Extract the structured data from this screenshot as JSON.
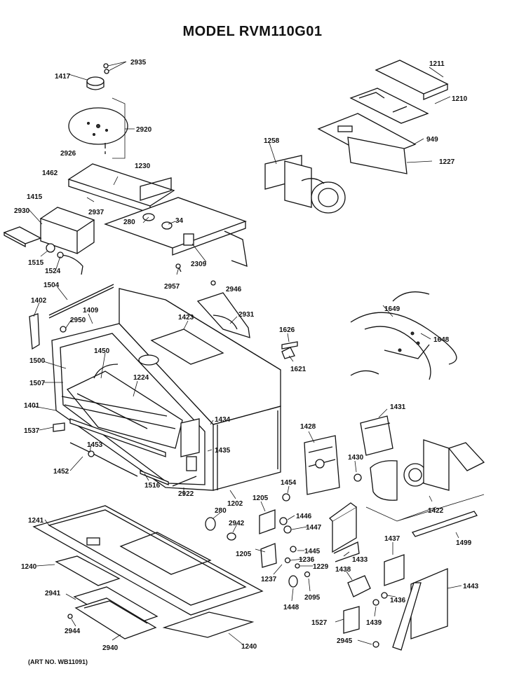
{
  "title": "MODEL RVM110G01",
  "footer": "(ART NO. WB11091)",
  "labels": {
    "p2935": "2935",
    "p1417": "1417",
    "p2920": "2920",
    "p2926": "2926",
    "p1462": "1462",
    "p1230": "1230",
    "p1415": "1415",
    "p2930": "2930",
    "p2937": "2937",
    "p280a": "280",
    "p34": "34",
    "p2309": "2309",
    "p1515": "1515",
    "p1524": "1524",
    "p2957": "2957",
    "p2946": "2946",
    "p1504": "1504",
    "p1402": "1402",
    "p1409": "1409",
    "p2950": "2950",
    "p1423": "1423",
    "p2931": "2931",
    "p1450": "1450",
    "p1500": "1500",
    "p1224": "1224",
    "p1507": "1507",
    "p1401": "1401",
    "p1537": "1537",
    "p1453": "1453",
    "p1434": "1434",
    "p1435": "1435",
    "p1452": "1452",
    "p1516": "1516",
    "p2922": "2922",
    "p1202": "1202",
    "p1211": "1211",
    "p1210": "1210",
    "p949": "949",
    "p1227": "1227",
    "p1258": "1258",
    "p1649": "1649",
    "p1648": "1648",
    "p1626": "1626",
    "p1621": "1621",
    "p1431": "1431",
    "p1428": "1428",
    "p1430": "1430",
    "p1422": "1422",
    "p1454": "1454",
    "p280b": "280",
    "p1205a": "1205",
    "p1446": "1446",
    "p1447": "1447",
    "p2942": "2942",
    "p1433": "1433",
    "p1499": "1499",
    "p1241": "1241",
    "p1240a": "1240",
    "p1205b": "1205",
    "p1445": "1445",
    "p1236": "1236",
    "p1229": "1229",
    "p1237": "1237",
    "p2095": "2095",
    "p1448": "1448",
    "p1437": "1437",
    "p1438": "1438",
    "p1436": "1436",
    "p1443": "1443",
    "p2941": "2941",
    "p2944": "2944",
    "p2940": "2940",
    "p1240b": "1240",
    "p1527": "1527",
    "p1439": "1439",
    "p2945": "2945"
  }
}
